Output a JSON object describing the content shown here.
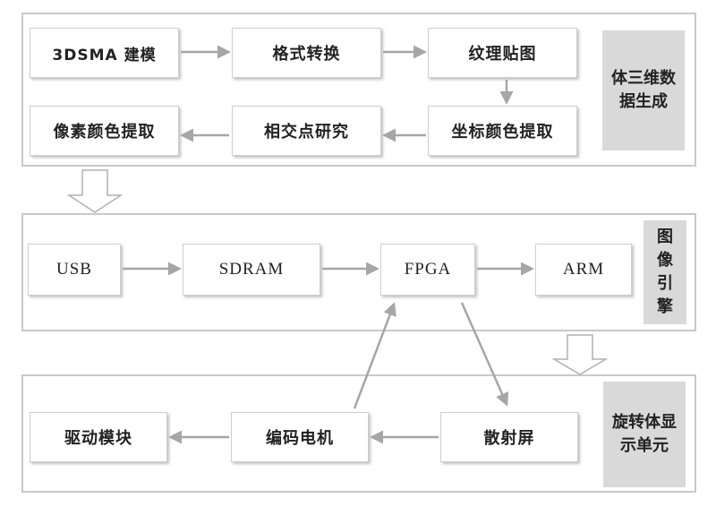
{
  "panels": {
    "data_generation": {
      "label": "体三维数据生成",
      "boxes": {
        "modeling": "3DSMA 建模",
        "format": "格式转换",
        "texture": "纹理贴图",
        "pixel_color": "像素颜色提取",
        "intersection": "相交点研究",
        "coord_color": "坐标颜色提取"
      }
    },
    "image_engine": {
      "label": "图像引擎",
      "boxes": {
        "usb": "USB",
        "sdram": "SDRAM",
        "fpga": "FPGA",
        "arm": "ARM"
      }
    },
    "display_unit": {
      "label": "旋转体显示单元",
      "boxes": {
        "drive": "驱动模块",
        "encoder": "编码电机",
        "screen": "散射屏"
      }
    }
  },
  "colors": {
    "arrow": "#a6a6a6",
    "panel_border": "#c9c9c9",
    "tag_fill": "#d9d9d9"
  }
}
